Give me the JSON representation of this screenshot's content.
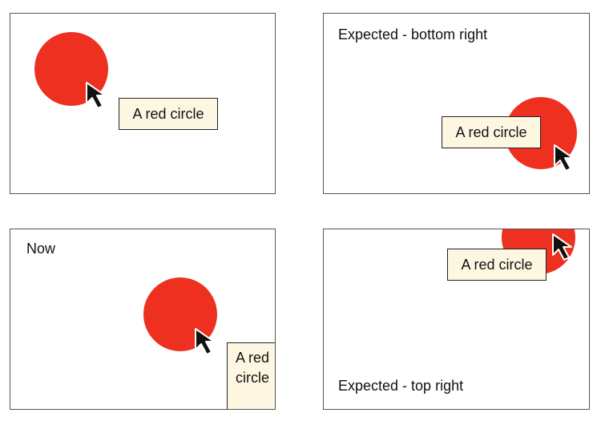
{
  "colors": {
    "circle": "#ee3020",
    "tooltip_bg": "#fdf7e2",
    "tooltip_border": "#222222",
    "panel_border": "#555555"
  },
  "icons": {
    "cursor": "arrow-cursor-icon"
  },
  "panels": [
    {
      "label": "",
      "tooltip": "A red circle"
    },
    {
      "label": "Expected - bottom right",
      "tooltip": "A red circle"
    },
    {
      "label": "Now",
      "tooltip": "A red circle"
    },
    {
      "label": "Expected - top right",
      "tooltip": "A red circle"
    }
  ]
}
